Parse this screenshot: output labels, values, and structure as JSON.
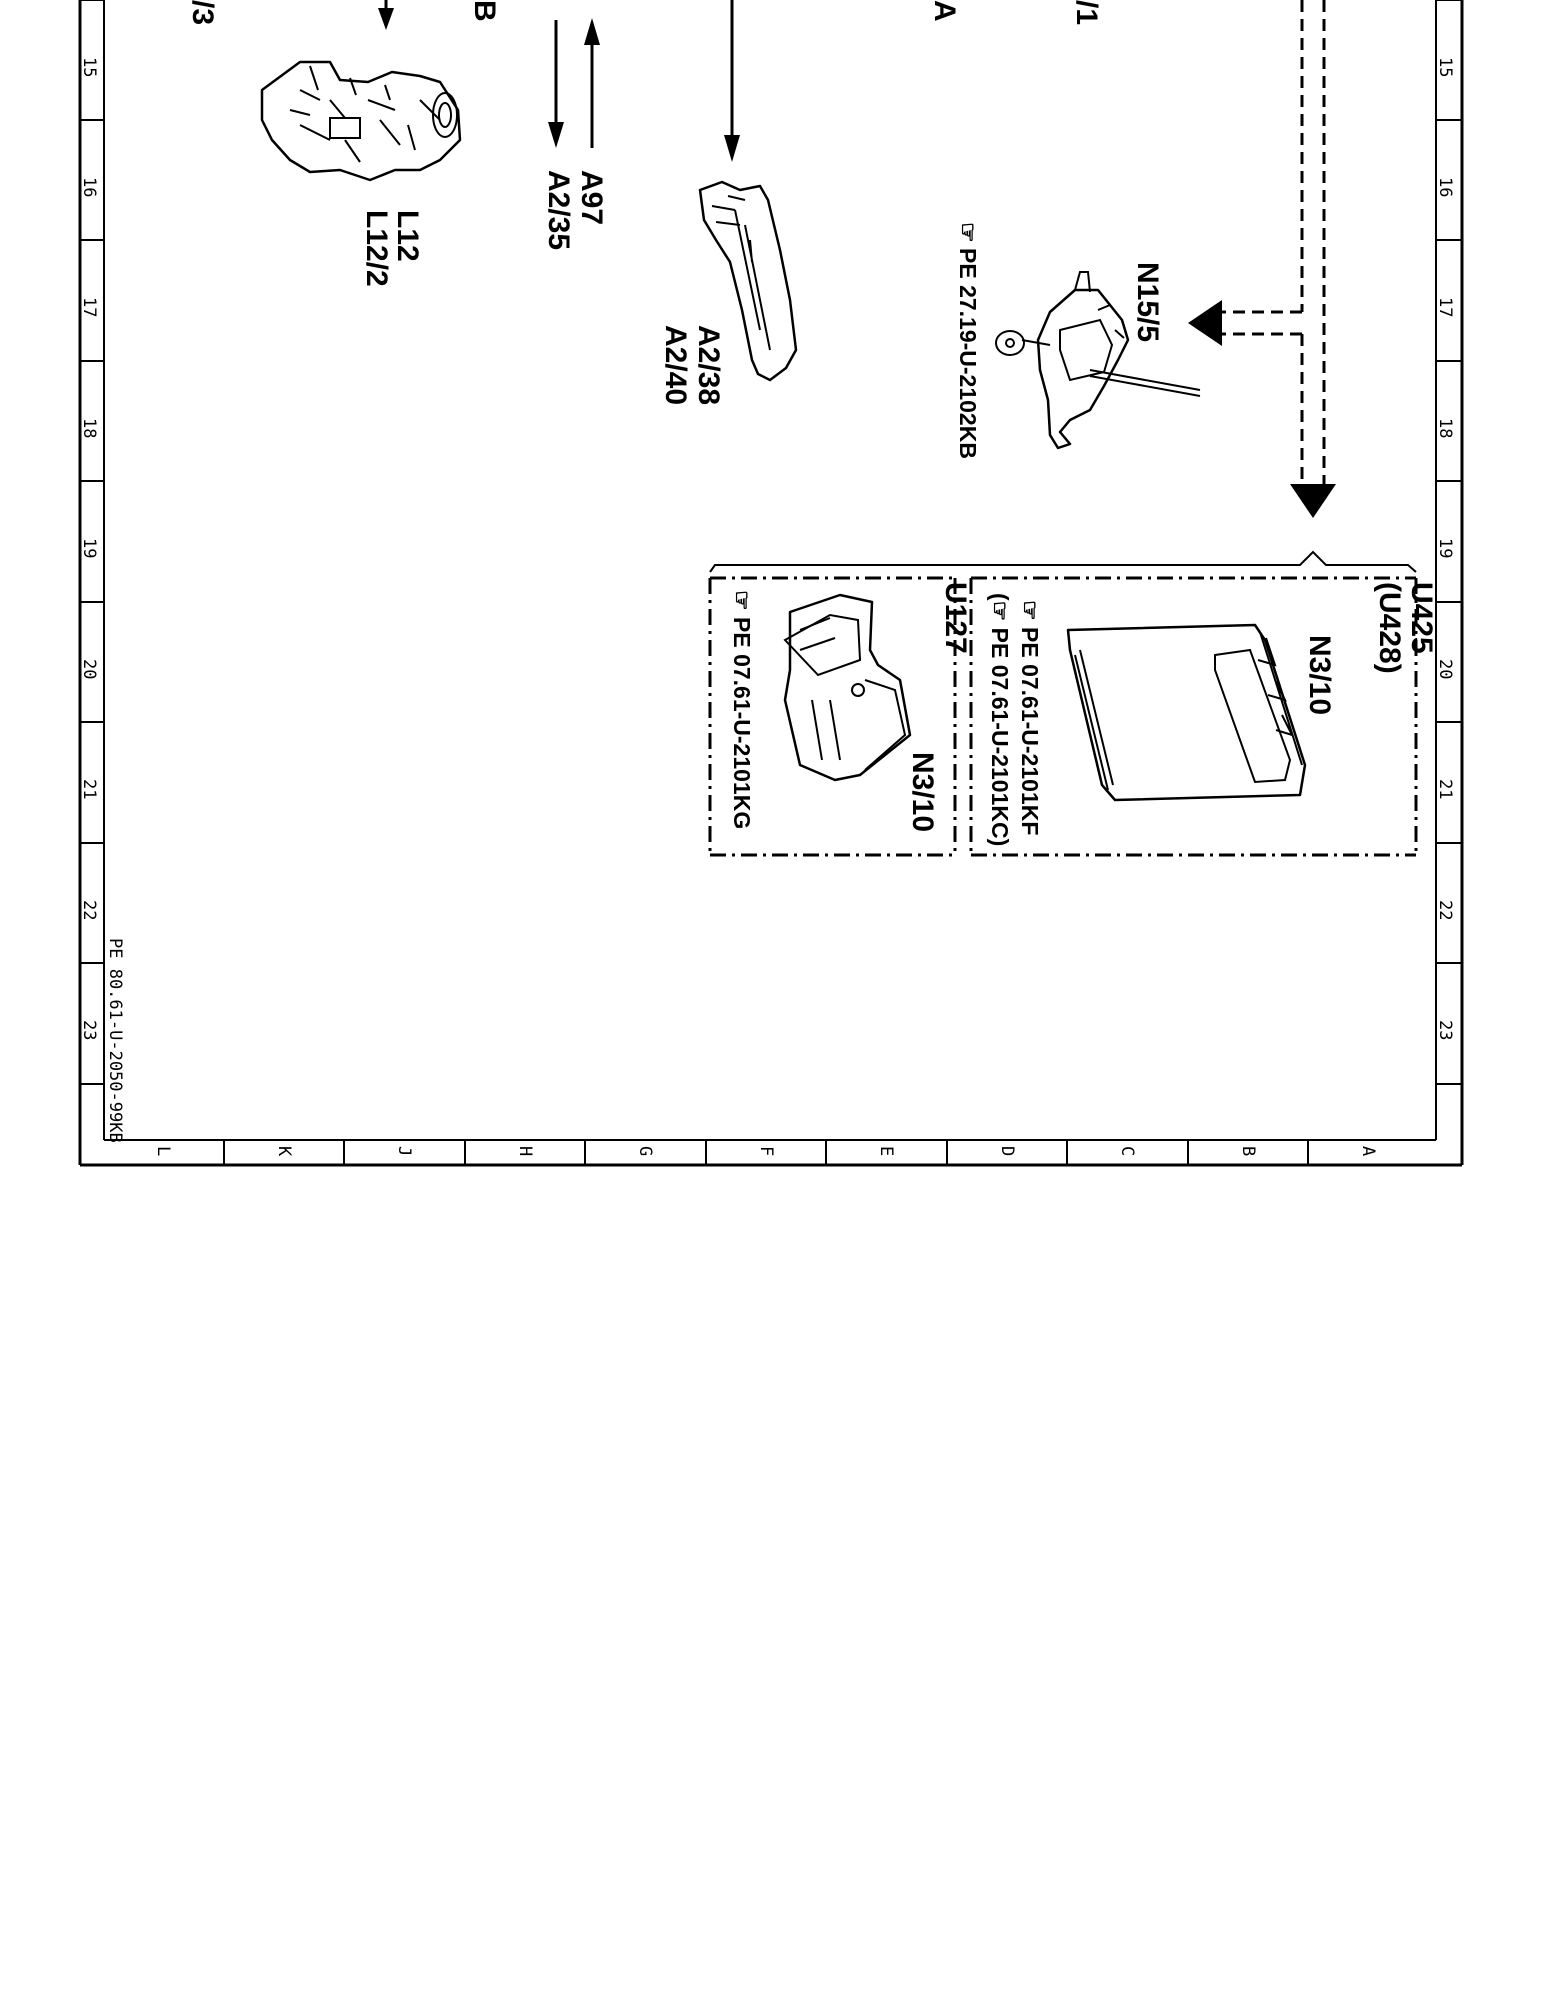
{
  "grid": {
    "rows": [
      "15",
      "16",
      "17",
      "18",
      "19",
      "20",
      "21",
      "22",
      "23"
    ],
    "columns": [
      "L",
      "K",
      "J",
      "H",
      "G",
      "F",
      "E",
      "D",
      "C",
      "B",
      "A"
    ]
  },
  "labels": {
    "top_partial_1": "/3",
    "top_partial_2": "B",
    "top_partial_3": "A",
    "top_partial_4": "/1",
    "l12": "L12",
    "l12_2": "L12/2",
    "a97": "A97",
    "a2_35": "A2/35",
    "a2_38": "A2/38",
    "a2_40": "A2/40",
    "n15_5": "N15/5",
    "n15_5_ref": "PE 27.19-U-2102KB",
    "u425": "U425",
    "u428": "(U428)",
    "n3_10_upper": "N3/10",
    "n3_10_upper_ref1": "PE 07.61-U-2101KF",
    "n3_10_upper_ref2": "(☞ PE 07.61-U-2101KC)",
    "u127": "U127",
    "n3_10_lower": "N3/10",
    "n3_10_lower_ref": "PE 07.61-U-2101KG",
    "footer_ref": "PE 80.61-U-2050-99KB"
  },
  "icons": {
    "reference_pointer": "pointing-hand-icon"
  }
}
